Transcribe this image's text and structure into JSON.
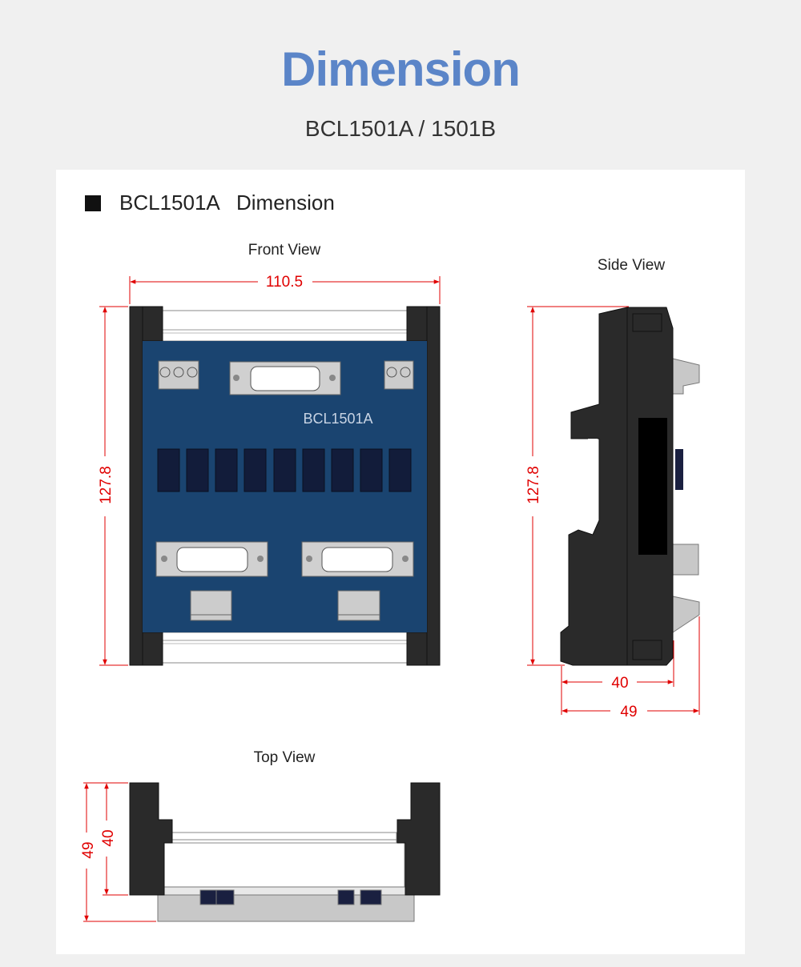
{
  "header": {
    "title": "Dimension",
    "subtitle": "BCL1501A / 1501B"
  },
  "section": {
    "title": "BCL1501A   Dimension"
  },
  "front_view": {
    "label": "Front View",
    "width_dim": "110.5",
    "height_dim": "127.8",
    "device_label": "BCL1501A"
  },
  "side_view": {
    "label": "Side View",
    "height_dim": "127.8",
    "depth_dim_1": "40",
    "depth_dim_2": "49"
  },
  "top_view": {
    "label": "Top View",
    "depth_dim_1": "49",
    "depth_dim_2": "40"
  },
  "colors": {
    "accent": "#5b85c8",
    "dimension": "#e00000",
    "panel_blue": "#1a4470",
    "housing": "#2a2a2a"
  }
}
